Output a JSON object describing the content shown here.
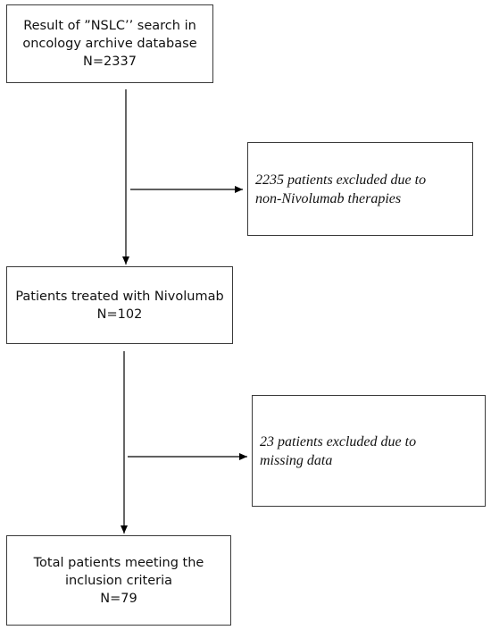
{
  "flowchart": {
    "search_box": {
      "lines": [
        "Result of ”NSLC’’ search in",
        "oncology archive database",
        "N=2337"
      ]
    },
    "exclusion_1": {
      "lines": [
        "2235 patients excluded due to",
        "non-Nivolumab therapies"
      ]
    },
    "treated_box": {
      "lines": [
        "Patients treated with Nivolumab",
        "N=102"
      ]
    },
    "exclusion_2": {
      "lines": [
        "23 patients excluded due to",
        "missing data"
      ]
    },
    "final_box": {
      "lines": [
        "Total patients meeting the",
        "inclusion criteria",
        "N=79"
      ]
    }
  }
}
